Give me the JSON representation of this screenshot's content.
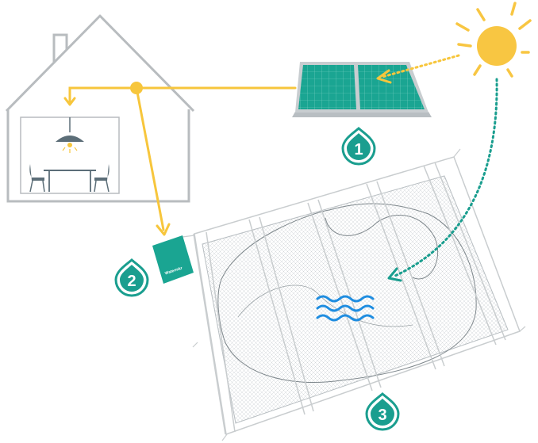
{
  "diagram": {
    "markers": [
      {
        "id": "solar-panel",
        "number": "1"
      },
      {
        "id": "control-box",
        "number": "2"
      },
      {
        "id": "pool-cover",
        "number": "3"
      }
    ],
    "control_box_label": "Watermkr",
    "colors": {
      "teal": "#1a9e8f",
      "yellow": "#f7c63c",
      "sun": "#f8c642",
      "house_outline": "#b8bcbf",
      "lamp": "#5c6e78",
      "water": "#1f8de0",
      "panel_frame": "#c8cdd0"
    },
    "icons": [
      "sun-icon",
      "solar-panel-icon",
      "house-icon",
      "ceiling-lamp-icon",
      "dining-table-icon",
      "chair-icon",
      "water-waves-icon",
      "control-box-icon",
      "number-drop-icon"
    ]
  }
}
